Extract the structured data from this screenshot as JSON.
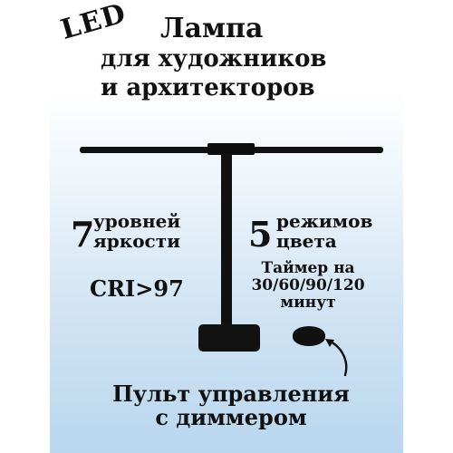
{
  "badge": "LED",
  "title": {
    "line1": "Лампа",
    "line2": "для художников",
    "line3": "и архитекторов"
  },
  "features": {
    "brightness": {
      "number": "7",
      "line1": "уровней",
      "line2": "яркости"
    },
    "color_modes": {
      "number": "5",
      "line1": "режимов",
      "line2": "цвета"
    },
    "cri": "CRI>97",
    "timer": {
      "line1": "Таймер на",
      "line2": "30/60/90/120",
      "line3": "минут"
    }
  },
  "remote_caption": {
    "line1": "Пульт управления",
    "line2": "с диммером"
  },
  "colors": {
    "text": "#111111",
    "lamp": "#111111",
    "gradient_bottom": "#b9d7ee"
  },
  "icons": [
    "lamp-illustration",
    "remote-dimmer-icon",
    "curved-arrow-icon"
  ]
}
